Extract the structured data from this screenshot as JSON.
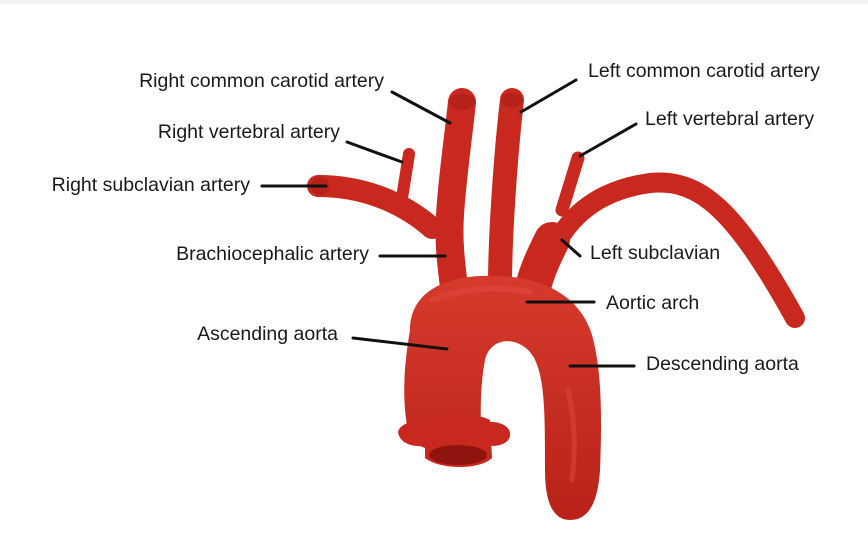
{
  "labels": {
    "right_common_carotid": "Right common carotid artery",
    "right_vertebral": "Right vertebral artery",
    "right_subclavian": "Right subclavian artery",
    "brachiocephalic": "Brachiocephalic artery",
    "ascending_aorta": "Ascending aorta",
    "left_common_carotid": "Left common carotid artery",
    "left_vertebral": "Left vertebral artery",
    "left_subclavian": "Left subclavian",
    "aortic_arch": "Aortic arch",
    "descending_aorta": "Descending aorta"
  },
  "colors": {
    "artery": "#c8281e",
    "artery_dark": "#8f1410",
    "artery_highlight": "#e0473a",
    "leader_line": "#111111",
    "text": "#1a1a1a"
  }
}
